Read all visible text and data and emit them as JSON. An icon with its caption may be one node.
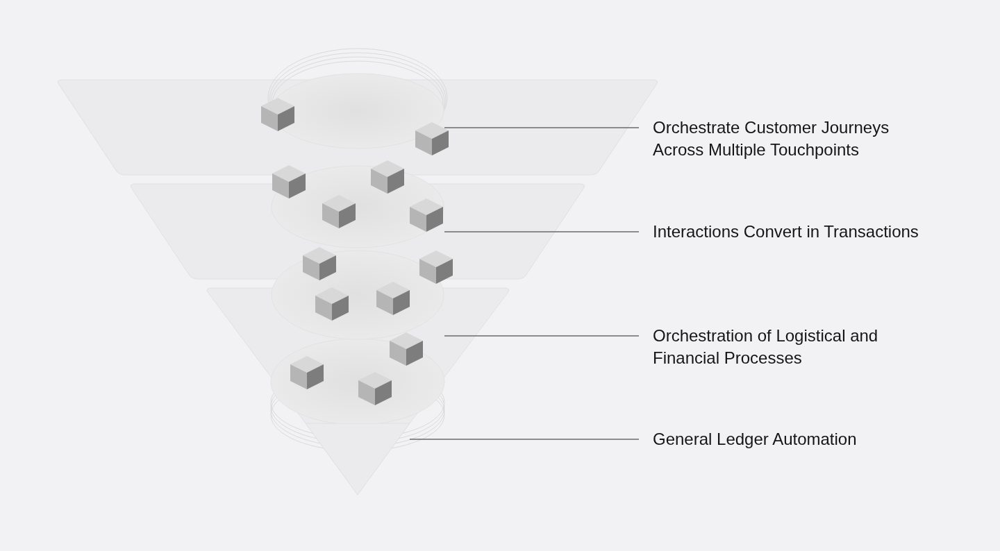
{
  "diagram": {
    "nodes": [
      {
        "text": [
          "Orchestrate Customer Journeys Across Multiple Touchpoints"
        ]
      },
      {
        "text": [
          "Interactions Convert in Transactions"
        ]
      },
      {
        "text": [
          "Orchestration of Logistical and Financial Processes"
        ]
      },
      {
        "text": [
          "General Ledger Automation"
        ]
      },
      {
        "text": [],
        "shape": "circle"
      },
      {
        "text": [],
        "shape": "circle"
      },
      {
        "text": [],
        "shape": "circle"
      },
      {
        "text": [],
        "shape": "triangle"
      }
    ],
    "edges": [
      {
        "from": 0,
        "to": 4,
        "arrow": "none"
      },
      {
        "from": 1,
        "to": 5,
        "arrow": "none"
      },
      {
        "from": 2,
        "to": 6,
        "arrow": "none"
      },
      {
        "from": 3,
        "to": 7,
        "arrow": "none"
      }
    ]
  }
}
